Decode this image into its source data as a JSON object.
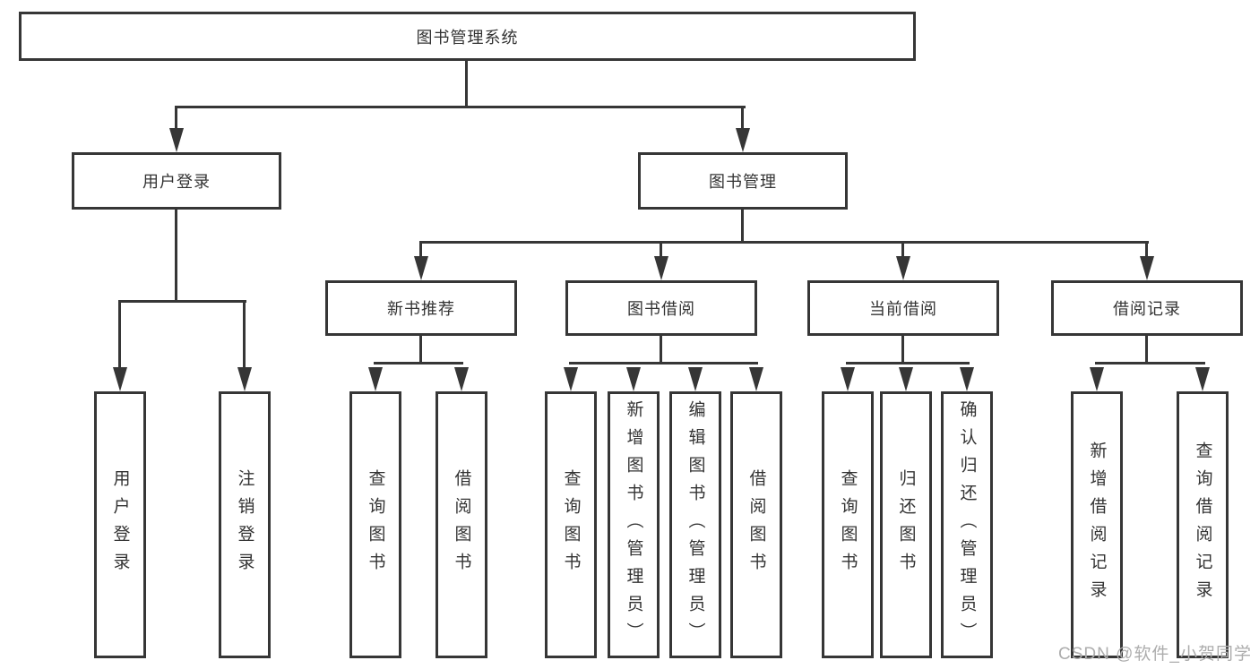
{
  "diagram": {
    "root": {
      "label": "图书管理系统"
    },
    "level2": [
      {
        "label": "用户登录",
        "children": [
          "用户登录",
          "注销登录"
        ]
      },
      {
        "label": "图书管理"
      }
    ],
    "level3": [
      {
        "label": "新书推荐",
        "children": [
          "查询图书",
          "借阅图书"
        ]
      },
      {
        "label": "图书借阅",
        "children": [
          "查询图书",
          "新增图书（管理员）",
          "编辑图书（管理员）",
          "借阅图书"
        ]
      },
      {
        "label": "当前借阅",
        "children": [
          "查询图书",
          "归还图书",
          "确认归还（管理员）"
        ]
      },
      {
        "label": "借阅记录",
        "children": [
          "新增借阅记录",
          "查询借阅记录"
        ]
      }
    ]
  },
  "watermark": "CSDN @软件_小贺同学",
  "colors": {
    "line": "#363636",
    "text": "#333333",
    "watermark": "#adadad",
    "background": "#ffffff"
  }
}
